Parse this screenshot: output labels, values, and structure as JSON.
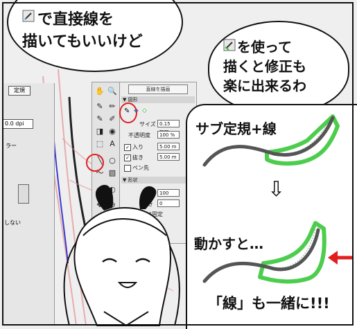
{
  "bubbles": {
    "top_left": {
      "line1_suffix": "で直接線を",
      "line2": "描いてもいいけど",
      "icon": "pen-tool-icon"
    },
    "top_right": {
      "line1_suffix": "を使って",
      "line2": "描くと修正も",
      "line3": "楽に出来るわ",
      "icon": "ruler-pen-tool-icon"
    }
  },
  "app": {
    "left_panel": {
      "tab_label": "定規",
      "dpi_value": "0.0 dpi",
      "color_label": "ラー",
      "lower_label": "しない"
    },
    "properties": {
      "title": "直線を描画",
      "section_main": "▼ 図形",
      "size_label": "サイズ",
      "size_value": "0.15 mm",
      "opacity_label": "不透明度",
      "opacity_value": "100 %",
      "in_label": "入り",
      "in_value": "5.00 m",
      "out_label": "抜き",
      "out_value": "5.00 m",
      "brush_label": "ペン先",
      "section_shape": "▼ 形状",
      "thickness_label": "厚み",
      "thickness_value": "100",
      "direction_label": "向き",
      "direction_value": "0",
      "fix_label": "向きは固定"
    },
    "accent_red": "#e0201f"
  },
  "annotation": {
    "heading": "サブ定規+線",
    "arrow": "⇩",
    "moved_caption": "動かすと…",
    "footer": "「線」も一緒に!!!",
    "ruler_color": "#2ec42e",
    "line_color": "#555555",
    "pointer_color": "#e0201f"
  }
}
